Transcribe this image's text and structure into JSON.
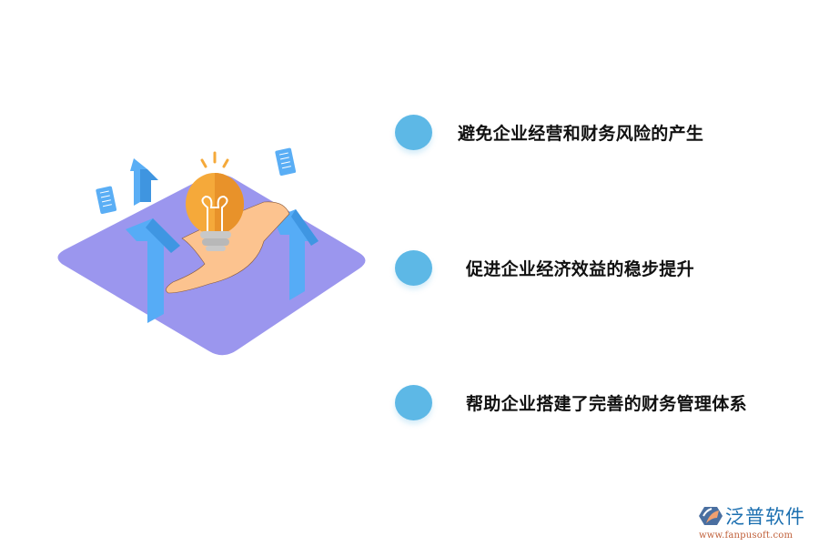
{
  "benefits": {
    "items": [
      {
        "label": "避免企业经营和财务风险的产生",
        "bullet": "circle"
      },
      {
        "label": "促进企业经济效益的稳步提升",
        "bullet": "circle"
      },
      {
        "label": "帮助企业搭建了完善的财务管理体系",
        "bullet": "circle"
      }
    ],
    "bullet_color": "#5db8e6"
  },
  "illustration": {
    "description": "hand-holding-lightbulb-with-up-arrows",
    "platform_color": "#9b96ee",
    "arrow_color": "#4ba8f5",
    "bulb_color": "#f5a93a"
  },
  "logo": {
    "name": "泛普软件",
    "url": "www.fanpusoft.com",
    "name_color": "#1b6fb0",
    "url_color": "#c0603a"
  }
}
